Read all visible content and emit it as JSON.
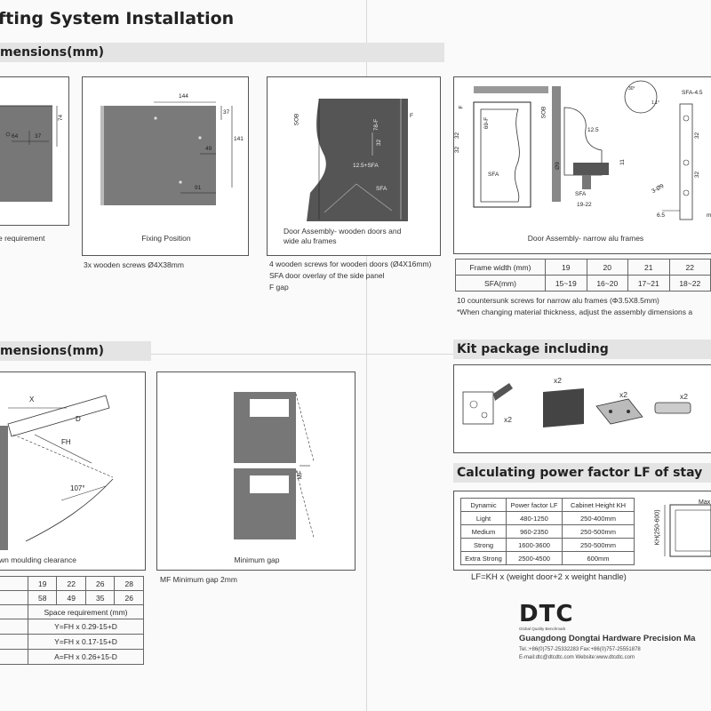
{
  "header": {
    "title": "fting System Installation"
  },
  "section1": {
    "title": "mensions(mm)"
  },
  "section2": {
    "title": "mensions(mm)"
  },
  "figA": {
    "caption": "e requirement",
    "dims": {
      "d74": "74",
      "d64": "64",
      "d37": "37"
    }
  },
  "figB": {
    "caption": "Fixing Position",
    "note": "3x wooden screws  Ø4X38mm",
    "dims": {
      "d144": "144",
      "d37": "37",
      "d141": "141",
      "d49": "49",
      "d91": "91"
    }
  },
  "figC": {
    "caption_line1": "Door Assembly- wooden doors and",
    "caption_line2": "wide alu frames",
    "notes": [
      "4 wooden screws for wooden doors (Ø4X16mm)",
      "SFA door overlay of the side panel",
      "F gap"
    ],
    "labels": {
      "sob": "SOB",
      "f": "F",
      "d78f": "78-F",
      "d32": "32",
      "d125": "12.5+SFA",
      "sfa": "SFA"
    }
  },
  "figD": {
    "caption": "Door Assembly- narrow alu frames",
    "labels": {
      "f": "F",
      "sob": "SOB",
      "d69f": "69-F",
      "d32a": "32",
      "d32b": "32",
      "sfa": "SFA",
      "d125": "12.5",
      "d9": "Ø9",
      "d11": "11",
      "sfa2": "SFA",
      "d1922": "19-22",
      "sfa45": "SFA-4.5",
      "d32c": "32",
      "d32d": "32",
      "d309": "3-Ø9",
      "d65": "6.5",
      "m": "m",
      "d30": "30°",
      "d11deg": "1.1°"
    }
  },
  "frameTable": {
    "headers": [
      "Frame width (mm)",
      "19",
      "20",
      "21",
      "22"
    ],
    "row": [
      "SFA(mm)",
      "15~19",
      "16~20",
      "17~21",
      "18~22"
    ],
    "note1": "10 countersunk screws for narrow alu frames (Φ3.5X8.5mm)",
    "note2": "*When changing material thickness, adjust the assembly dimensions a"
  },
  "kit": {
    "title": "Kit package including",
    "counts": [
      "x2",
      "x2",
      "x2",
      "x2"
    ]
  },
  "figE": {
    "caption": "wn moulding clearance",
    "labels": {
      "x": "X",
      "d": "D",
      "fh": "FH",
      "angle": "107°"
    }
  },
  "figF": {
    "caption": "Minimum gap",
    "note": "MF Minimum gap 2mm",
    "labels": {
      "mf": "MF"
    }
  },
  "clearanceTable": {
    "row1": [
      "19",
      "22",
      "26",
      "28"
    ],
    "row2": [
      "58",
      "49",
      "35",
      "26"
    ],
    "header": "Space requirement  (mm)",
    "formulas": [
      "Y=FH x 0.29-15+D",
      "Y=FH x 0.17-15+D",
      "A=FH x 0.26+15-D"
    ]
  },
  "lf": {
    "title": "Calculating power factor LF of stay",
    "headers": [
      "Dynamic",
      "Power factor LF",
      "Cabinet Height KH"
    ],
    "rows": [
      [
        "Light",
        "480-1250",
        "250-400mm"
      ],
      [
        "Medium",
        "960-2350",
        "250-500mm"
      ],
      [
        "Strong",
        "1600-3600",
        "250-500mm"
      ],
      [
        "Extra Strong",
        "2500-4500",
        "600mm"
      ]
    ],
    "formula": "LF=KH x (weight door+2 x weight handle)",
    "kh_label": "KH(250-600)",
    "max_label": "Max"
  },
  "company": {
    "brand": "DTC",
    "tagline": "Global Quality Benchmark",
    "name": "Guangdong Dongtai Hardware Precision Ma",
    "contact1": "Tel.:+86(0)757-25332283  Fax:+86(0)757-25551878",
    "contact2": "E-mail:dtc@dtcdtc.com    Website:www.dtcdtc.com"
  },
  "colors": {
    "panel_gray": "#777777",
    "section_bar": "#e4e4e4",
    "ink": "#222222"
  }
}
